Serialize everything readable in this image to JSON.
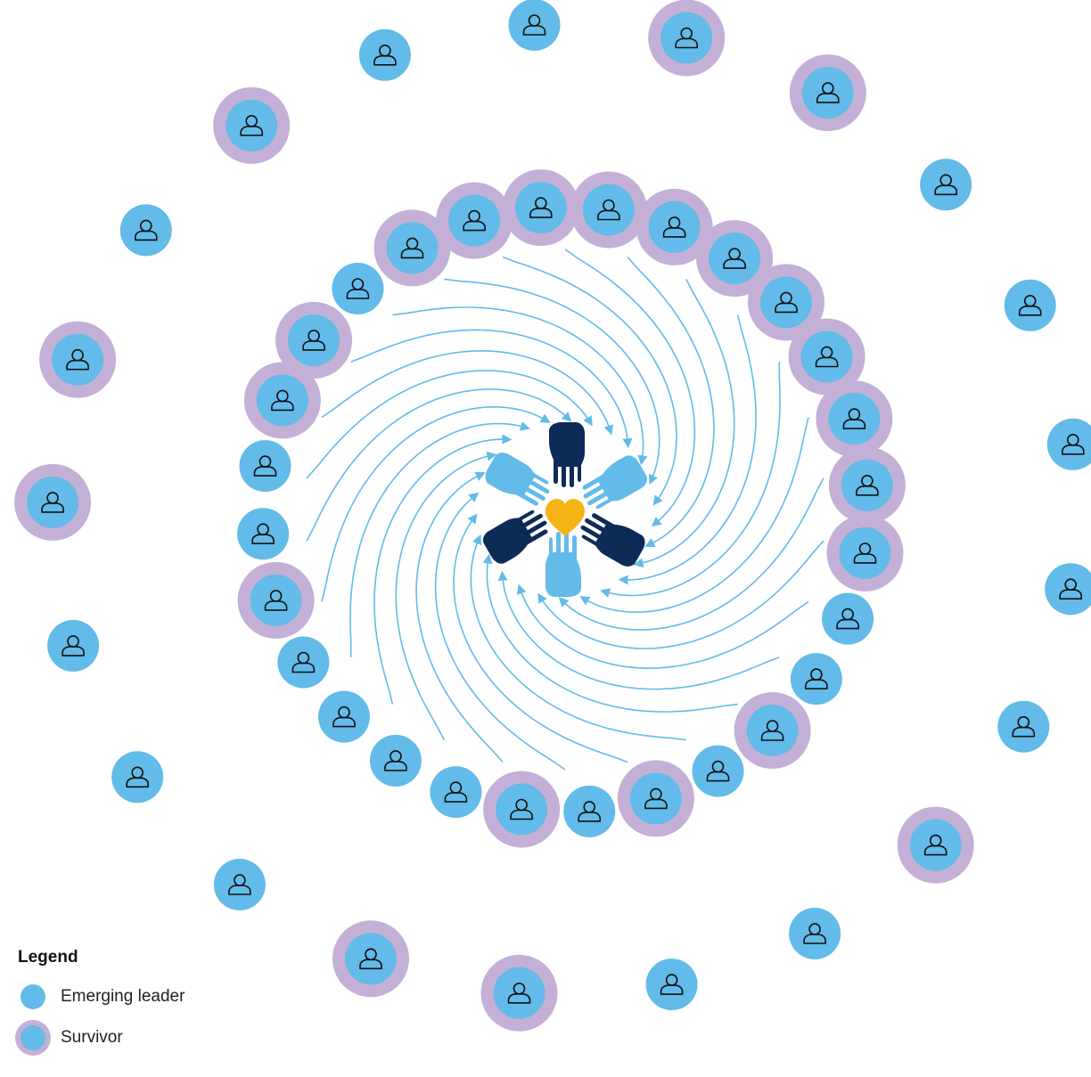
{
  "colors": {
    "emerging_leader": "#62bbe9",
    "survivor_ring": "#c4b0d6",
    "arrow": "#62bbe9",
    "hand_dark": "#0e2b57",
    "hand_light": "#62bbe9",
    "heart": "#f5b416",
    "person_outline": "#111111"
  },
  "legend": {
    "title": "Legend",
    "items": [
      {
        "label": "Emerging leader",
        "kind": "emerging_leader"
      },
      {
        "label": "Survivor",
        "kind": "survivor"
      }
    ]
  },
  "center_icon": "heart-with-hands-icon",
  "person_icon": "person-icon",
  "inner_ring": {
    "arrow_count": 26,
    "nodes": [
      "survivor",
      "survivor",
      "survivor",
      "survivor",
      "survivor",
      "survivor",
      "survivor",
      "survivor",
      "survivor",
      "emerging_leader",
      "emerging_leader",
      "survivor",
      "emerging_leader",
      "survivor",
      "emerging_leader",
      "survivor",
      "emerging_leader",
      "emerging_leader",
      "emerging_leader",
      "emerging_leader",
      "survivor",
      "emerging_leader",
      "emerging_leader",
      "survivor",
      "survivor",
      "emerging_leader",
      "survivor",
      "survivor"
    ]
  },
  "outer_ring": {
    "nodes": [
      "emerging_leader",
      "survivor",
      "survivor",
      "emerging_leader",
      "emerging_leader",
      "emerging_leader",
      "emerging_leader",
      "emerging_leader",
      "survivor",
      "emerging_leader",
      "emerging_leader",
      "survivor",
      "survivor",
      "emerging_leader",
      "emerging_leader",
      "emerging_leader",
      "survivor",
      "survivor",
      "emerging_leader",
      "survivor",
      "emerging_leader"
    ]
  }
}
